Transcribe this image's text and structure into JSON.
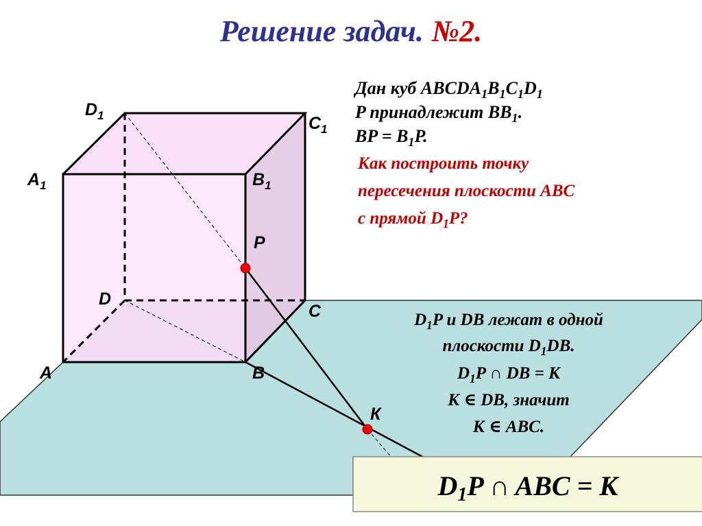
{
  "title": {
    "main": "Решение  задач.",
    "number": "№2."
  },
  "given": {
    "line1": {
      "text": "Дан  куб  ABCDA",
      "s1": "1",
      "b": "B",
      "s2": "1",
      "c": "C",
      "s3": "1",
      "d": "D",
      "s4": "1"
    },
    "line2": {
      "text": "P принадлежит  BB",
      "sub": "1",
      "end": "."
    },
    "line3": {
      "text": "BP = B",
      "sub": "1",
      "end": "P."
    }
  },
  "question": {
    "line1": "Как  построить  точку",
    "line2": "пересечения  плоскости  ABC",
    "line3": {
      "text": "с  прямой  D",
      "sub": "1",
      "end": "P?"
    }
  },
  "labels": {
    "A": "A",
    "B": "B",
    "C": "C",
    "D": "D",
    "A1": "A",
    "B1": "B",
    "C1": "C",
    "D1": "D",
    "one": "1",
    "P": "P",
    "K": "К"
  },
  "explanation": {
    "line1": {
      "a": "D",
      "sub": "1",
      "b": "P  и  DB  лежат  в  одной"
    },
    "line2": {
      "a": "плоскости  D",
      "sub": "1",
      "b": "DB."
    },
    "line3": {
      "a": "D",
      "sub": "1",
      "b": "P ∩ DB = К"
    },
    "line4": "К ∈ DB,  значит",
    "line5": "К ∈ ABC."
  },
  "answer": {
    "a": "D",
    "sub": "1",
    "b": "P ∩ ABC = К"
  },
  "colors": {
    "title": "#2e3192",
    "accent": "#cc0000",
    "plane": "#b9dfe0",
    "answer_box": "#f6f9dc"
  }
}
